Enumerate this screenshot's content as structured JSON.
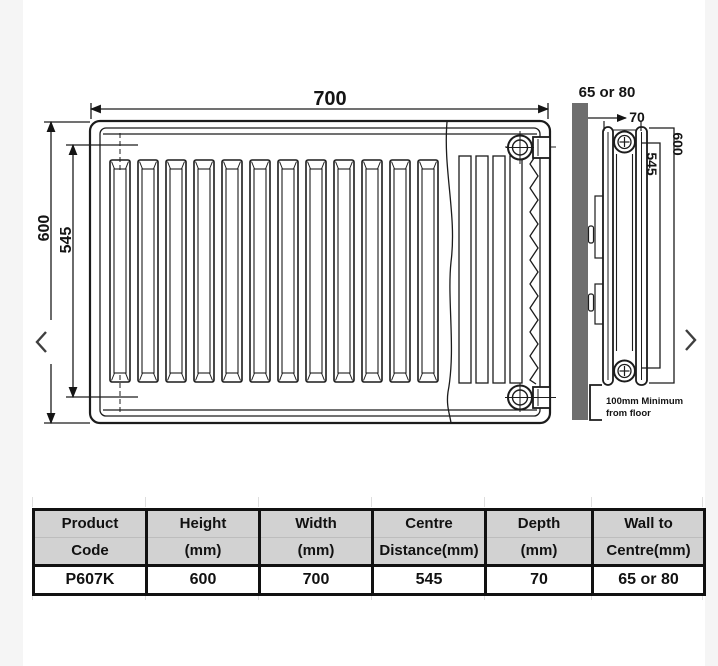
{
  "diagram": {
    "front_view": {
      "width": "700",
      "height": "600",
      "centre_distance": "545"
    },
    "side_view": {
      "wall_to_centre": "65 or 80",
      "depth": "70",
      "height": "600",
      "centre_distance": "545",
      "floor_note_line1": "100mm Minimum",
      "floor_note_line2": "from floor"
    },
    "colors": {
      "line": "#1c1c1c",
      "wall": "#6e6e6e"
    }
  },
  "carousel": {
    "prev_icon": "chevron-left",
    "next_icon": "chevron-right"
  },
  "table": {
    "columns": [
      {
        "line1": "Product",
        "line2": "Code"
      },
      {
        "line1": "Height",
        "line2": "(mm)"
      },
      {
        "line1": "Width",
        "line2": "(mm)"
      },
      {
        "line1": "Centre",
        "line2": "Distance(mm)"
      },
      {
        "line1": "Depth",
        "line2": "(mm)"
      },
      {
        "line1": "Wall to",
        "line2": "Centre(mm)"
      }
    ],
    "rows": [
      [
        "P607K",
        "600",
        "700",
        "545",
        "70",
        "65 or 80"
      ]
    ]
  }
}
